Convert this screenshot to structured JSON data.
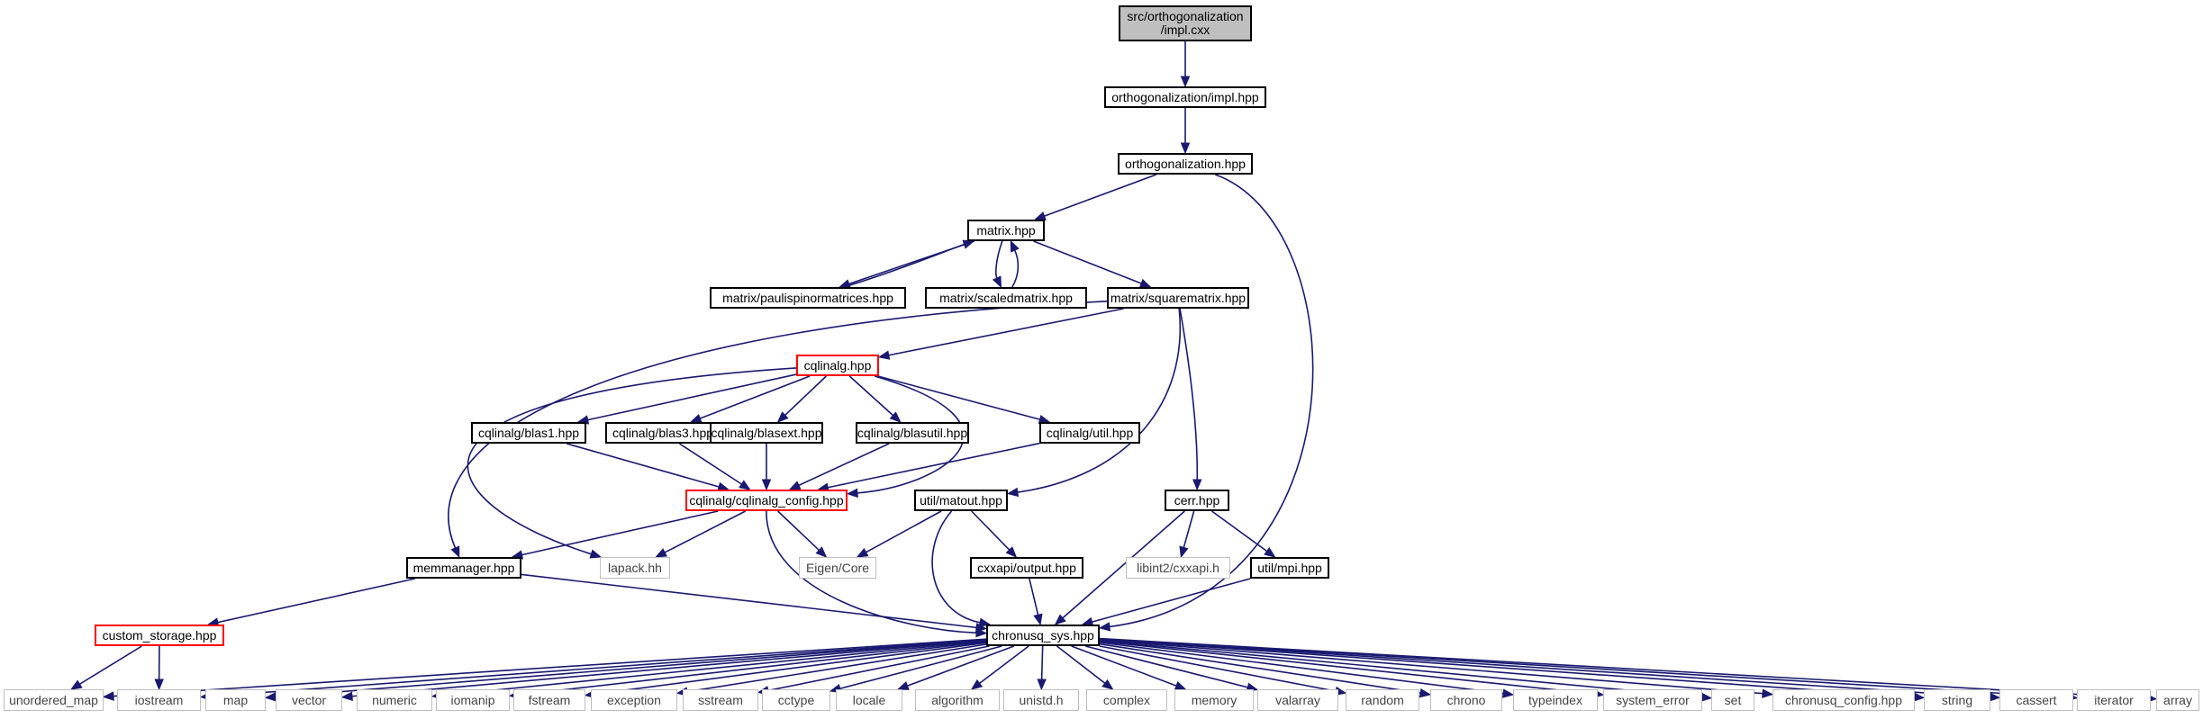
{
  "colors": {
    "edge": "#191970",
    "node_border": "#000000",
    "root_fill": "#bfbfbf",
    "incomplete_border": "#ff0000",
    "external_border": "#bfbfbf"
  },
  "nodes": {
    "impl_cxx": "src/orthogonalization\n/impl.cxx",
    "impl_hpp": "orthogonalization/impl.hpp",
    "orthogonalization_hpp": "orthogonalization.hpp",
    "matrix_hpp": "matrix.hpp",
    "paulispinormatrices_hpp": "matrix/paulispinormatrices.hpp",
    "scaledmatrix_hpp": "matrix/scaledmatrix.hpp",
    "squarematrix_hpp": "matrix/squarematrix.hpp",
    "cqlinalg_hpp": "cqlinalg.hpp",
    "blas1_hpp": "cqlinalg/blas1.hpp",
    "blas3_hpp": "cqlinalg/blas3.hpp",
    "blasext_hpp": "cqlinalg/blasext.hpp",
    "blasutil_hpp": "cqlinalg/blasutil.hpp",
    "cqutil_hpp": "cqlinalg/util.hpp",
    "cqlinalg_config_hpp": "cqlinalg/cqlinalg_config.hpp",
    "matout_hpp": "util/matout.hpp",
    "cerr_hpp": "cerr.hpp",
    "memmanager_hpp": "memmanager.hpp",
    "lapack_hh": "lapack.hh",
    "eigen_core": "Eigen/Core",
    "cxxapi_output_hpp": "cxxapi/output.hpp",
    "libint2_cxxapi_h": "libint2/cxxapi.h",
    "util_mpi_hpp": "util/mpi.hpp",
    "custom_storage_hpp": "custom_storage.hpp",
    "chronusq_sys_hpp": "chronusq_sys.hpp",
    "unordered_map": "unordered_map",
    "iostream": "iostream",
    "map": "map",
    "vector": "vector",
    "numeric": "numeric",
    "iomanip": "iomanip",
    "fstream": "fstream",
    "exception": "exception",
    "sstream": "sstream",
    "cctype": "cctype",
    "locale": "locale",
    "algorithm": "algorithm",
    "unistd_h": "unistd.h",
    "complex": "complex",
    "memory": "memory",
    "valarray": "valarray",
    "random": "random",
    "chrono": "chrono",
    "typeindex": "typeindex",
    "system_error": "system_error",
    "set": "set",
    "chronusq_config_hpp": "chronusq_config.hpp",
    "string": "string",
    "cassert": "cassert",
    "iterator": "iterator",
    "array": "array"
  }
}
